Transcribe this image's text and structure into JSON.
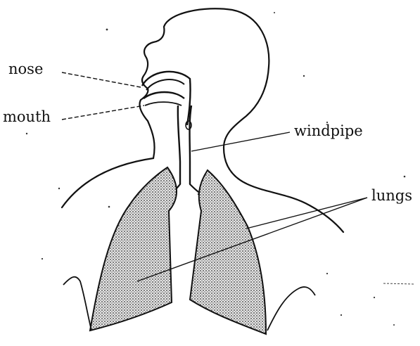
{
  "diagram": {
    "labels": {
      "nose": "nose",
      "mouth": "mouth",
      "windpipe": "windpipe",
      "lungs": "lungs"
    },
    "colors": {
      "ink": "#111111",
      "lung_fill": "#d9d9d9",
      "background": "#ffffff"
    }
  }
}
